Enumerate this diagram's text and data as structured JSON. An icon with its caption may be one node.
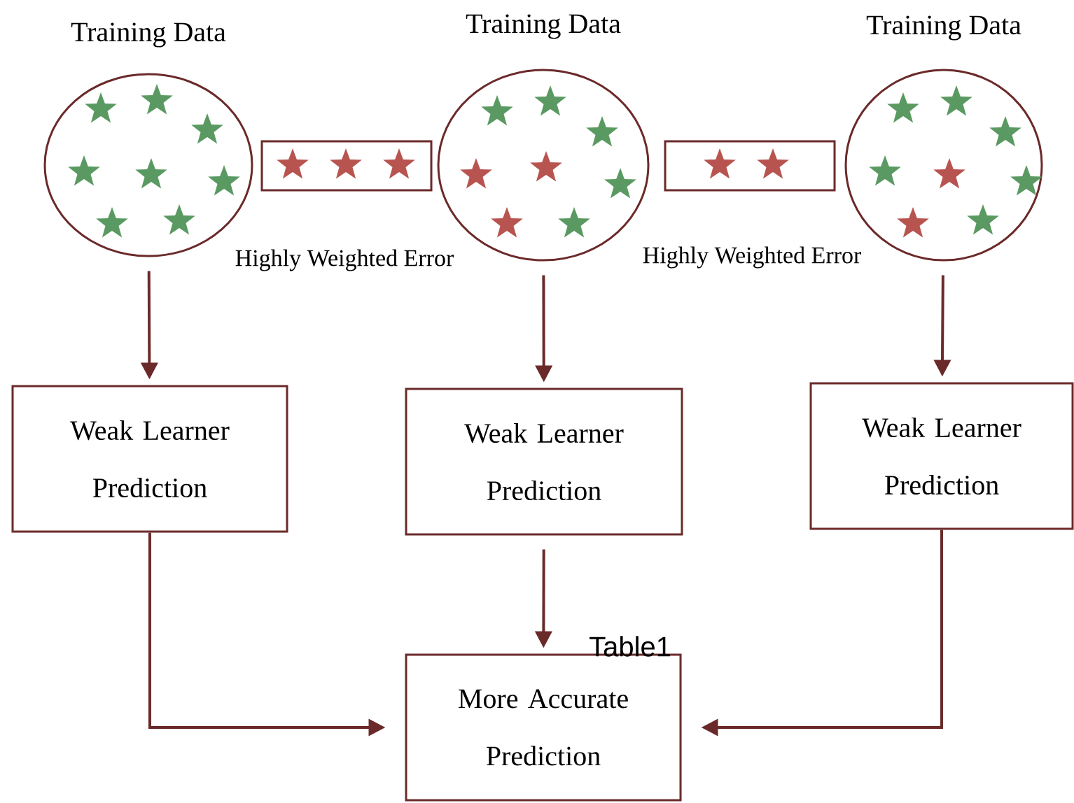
{
  "diagram": {
    "nodes": [
      {
        "text": [
          "Training Data"
        ]
      },
      {
        "text": [],
        "shape": "box"
      },
      {
        "text": [
          "Training Data"
        ]
      },
      {
        "text": [],
        "shape": "box"
      },
      {
        "text": [
          "Training Data"
        ]
      },
      {
        "text": [
          "Weak Learner Prediction"
        ]
      },
      {
        "text": [
          "Weak Learner Prediction"
        ]
      },
      {
        "text": [
          "Weak Learner Prediction"
        ]
      },
      {
        "text": [
          "More Accurate Prediction"
        ]
      }
    ],
    "edges": [
      {
        "from": 0,
        "to": 5,
        "arrow": "to"
      },
      {
        "from": 2,
        "to": 6,
        "arrow": "to"
      },
      {
        "from": 4,
        "to": 7,
        "arrow": "to"
      },
      {
        "from": 5,
        "to": 8,
        "arrow": "to"
      },
      {
        "from": 6,
        "to": 8,
        "arrow": "to"
      },
      {
        "from": 7,
        "to": 8,
        "arrow": "to"
      }
    ],
    "labels": [
      "Highly Weighted Error",
      "Highly Weighted Error",
      "Table1"
    ]
  }
}
